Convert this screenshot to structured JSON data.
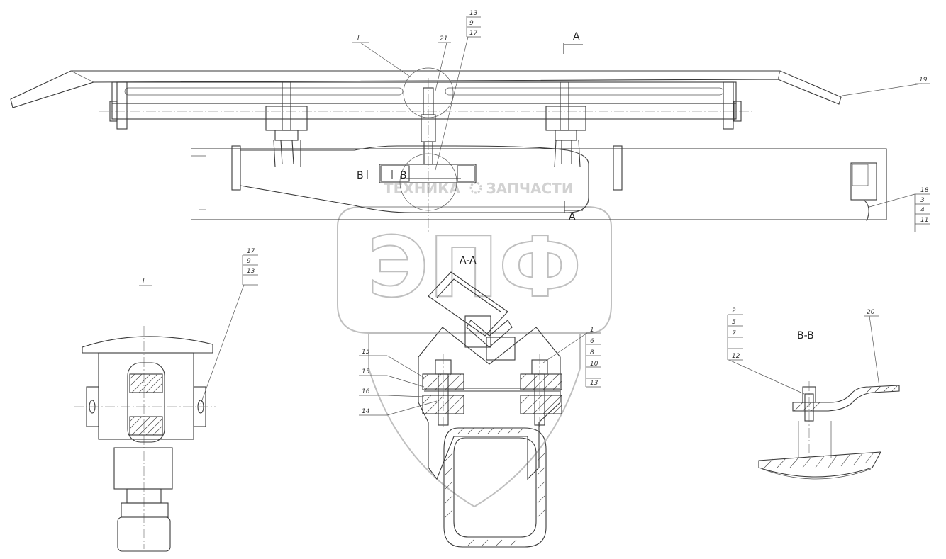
{
  "watermark": {
    "logo_text": "ЭПФ",
    "left_text": "ТЕХНИКА",
    "right_text": "ЗАПЧАСТИ",
    "color": "#c8c8c8"
  },
  "section_labels": {
    "aa_top": "A",
    "aa_bottom": "A",
    "aa_title": "A-A",
    "bb_title": "B-B",
    "bb_left": "B",
    "bb_right": "B",
    "detail_i_ref": "I",
    "detail_i_title": "I"
  },
  "callouts": {
    "top_stack": [
      "13",
      "9",
      "17"
    ],
    "top_21": "21",
    "top_19": "19",
    "right_stack": [
      "18",
      "3",
      "4",
      "11"
    ],
    "detail_stack": [
      "17",
      "9",
      "13"
    ],
    "aa_right_stack": [
      "1",
      "6",
      "8",
      "10",
      "13"
    ],
    "aa_left_15a": "15",
    "aa_left_15b": "15",
    "aa_left_16": "16",
    "aa_left_14": "14",
    "bb_stack": [
      "2",
      "5",
      "7",
      "12"
    ],
    "bb_20": "20"
  }
}
